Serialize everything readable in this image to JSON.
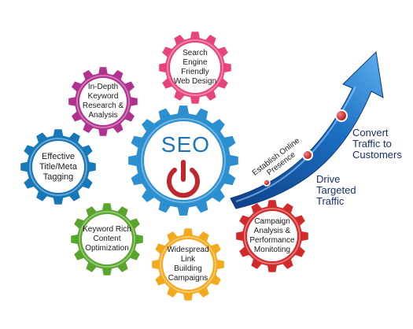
{
  "center": {
    "label": "SEO",
    "icon": "power-icon",
    "color": "#2b8fd0",
    "icon_color": "#c0272d"
  },
  "gears": [
    {
      "id": "search-engine-friendly",
      "label": "Search\nEngine\nFriendly\nWeb Design",
      "color": "#e8437a"
    },
    {
      "id": "in-depth-keyword",
      "label": "In-Depth\nKeyword\nResearch &\nAnalysis",
      "color": "#b1318f"
    },
    {
      "id": "effective-title",
      "label": "Effective\nTitle/Meta\nTagging",
      "color": "#1777b8"
    },
    {
      "id": "keyword-rich",
      "label": "Keyword Rich\nContent\nOptimization",
      "color": "#5aa52d"
    },
    {
      "id": "widespread-link",
      "label": "Widespread\nLink\nBuilding\nCampaigns",
      "color": "#f2a91b"
    },
    {
      "id": "campaign-analysis",
      "label": "Campaign\nAnalysis &\nPerformance\nMonitoting",
      "color": "#d22a2a"
    }
  ],
  "arrow": {
    "color": "#1b6fc1",
    "milestones": [
      {
        "label": "Establish Online\nPresence"
      },
      {
        "label": "Drive\nTargeted\nTraffic"
      },
      {
        "label": "Convert\nTraffic to\nCustomers"
      }
    ],
    "dot_color": "#c0272d"
  }
}
